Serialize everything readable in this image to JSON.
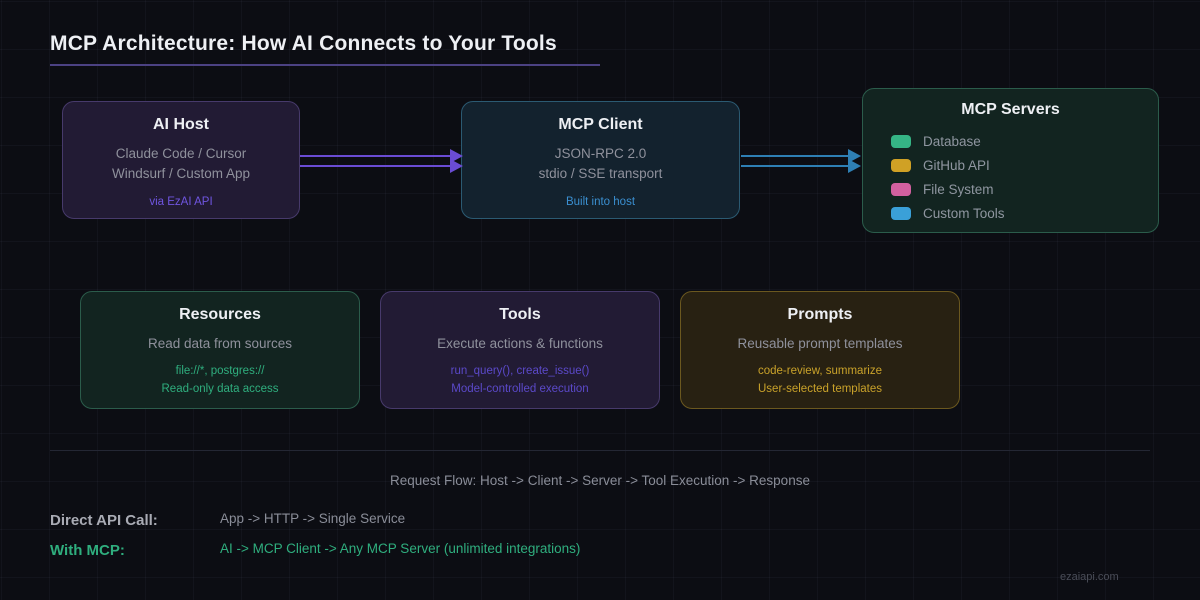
{
  "title": "MCP Architecture: How AI Connects to Your Tools",
  "ai_host": {
    "title": "AI Host",
    "line1": "Claude Code / Cursor",
    "line2": "Windsurf / Custom App",
    "note": "via EzAI API"
  },
  "mcp_client": {
    "title": "MCP Client",
    "line1": "JSON-RPC 2.0",
    "line2": "stdio / SSE transport",
    "note": "Built into host"
  },
  "mcp_servers": {
    "title": "MCP Servers",
    "items": [
      {
        "label": "Database",
        "color": "#35b585"
      },
      {
        "label": "GitHub API",
        "color": "#d0a125"
      },
      {
        "label": "File System",
        "color": "#d2609f"
      },
      {
        "label": "Custom Tools",
        "color": "#3aa0d8"
      }
    ]
  },
  "resources": {
    "title": "Resources",
    "desc": "Read data from sources",
    "note1": "file://*, postgres://",
    "note2": "Read-only data access"
  },
  "tools": {
    "title": "Tools",
    "desc": "Execute actions & functions",
    "note1": "run_query(), create_issue()",
    "note2": "Model-controlled execution"
  },
  "prompts": {
    "title": "Prompts",
    "desc": "Reusable prompt templates",
    "note1": "code-review, summarize",
    "note2": "User-selected templates"
  },
  "flow_text": "Request Flow: Host -> Client -> Server -> Tool Execution -> Response",
  "comparison": {
    "direct_label": "Direct API Call:",
    "direct_value": "App -> HTTP -> Single Service",
    "mcp_label": "With MCP:",
    "mcp_value": "AI -> MCP Client -> Any MCP Server (unlimited integrations)"
  },
  "watermark": "ezaiapi.com",
  "colors": {
    "background": "#0c0d13",
    "accent_purple": "#6f55e0",
    "accent_blue": "#3a8fd0",
    "accent_green": "#2fae7e",
    "accent_gold": "#c9a22a",
    "arrow_purple": "#6a4cd4",
    "arrow_blue": "#2e7fb4"
  }
}
